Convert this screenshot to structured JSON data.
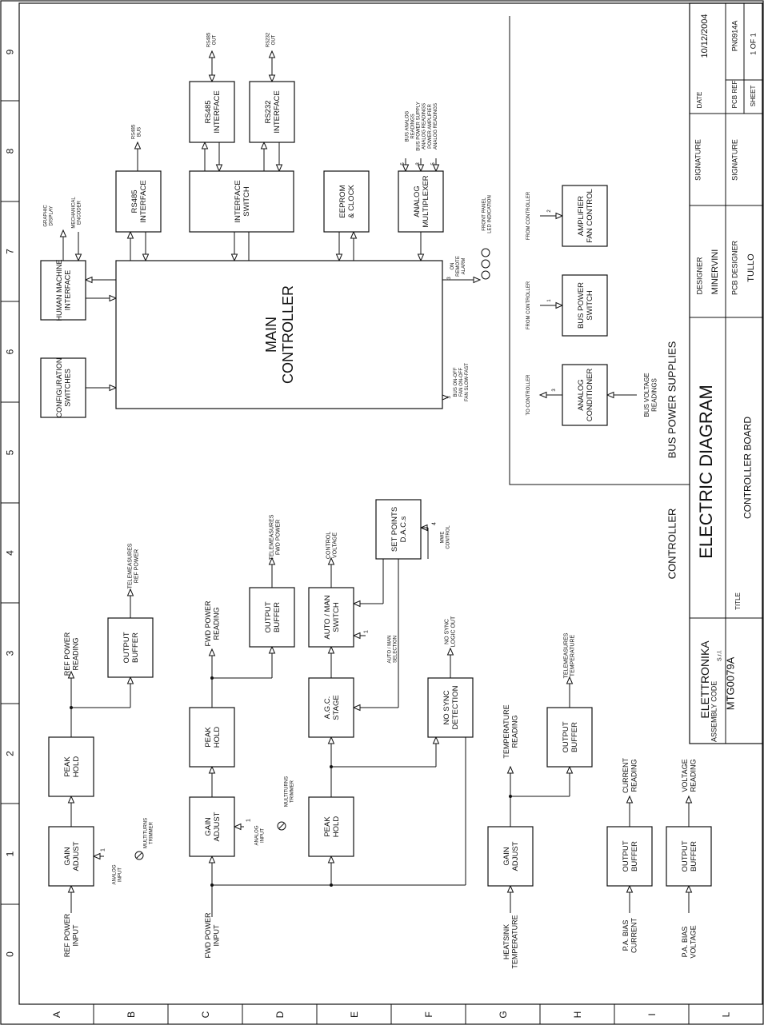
{
  "sheet": {
    "title": "ELECTRIC DIAGRAM",
    "section_controller": "CONTROLLER",
    "section_bus": "BUS POWER SUPPLIES",
    "grid_rows": [
      "A",
      "B",
      "C",
      "D",
      "E",
      "F",
      "G",
      "H",
      "I",
      "L"
    ],
    "grid_cols": [
      "0",
      "1",
      "2",
      "3",
      "4",
      "5",
      "6",
      "7",
      "8",
      "9"
    ]
  },
  "title_block": {
    "company": "ELETTRONIKA",
    "company_suffix": "S.r.l.",
    "assembly_label": "ASSEMBLY CODE",
    "assembly_code": "MTG0079A",
    "title_label": "TITLE",
    "title_value": "CONTROLLER BOARD",
    "designer_label": "DESIGNER",
    "designer_value": "MINERVINI",
    "pcb_designer_label": "PCB DESIGNER",
    "pcb_designer_value": "TULLO",
    "signature_label_1": "SIGNATURE",
    "signature_label_2": "SIGNATURE",
    "date_label": "DATE",
    "date_value": "10/12/2004",
    "pcb_ref_label": "PCB REF",
    "pcb_ref_value": "PN0914A",
    "sheet_label": "SHEET",
    "sheet_value": "1 OF 1"
  },
  "blocks": {
    "main": [
      "MAIN",
      "CONTROLLER"
    ],
    "hmi": [
      "HUMAN MACHINE",
      "INTERFACE"
    ],
    "config": [
      "CONFIGURATION",
      "SWITCHES"
    ],
    "rs485b": [
      "RS485",
      "INTERFACE"
    ],
    "ifsw": [
      "INTERFACE",
      "SWITCH"
    ],
    "rs485t": [
      "RS485",
      "INTERFACE"
    ],
    "rs232t": [
      "RS232",
      "INTERFACE"
    ],
    "eeprom": [
      "EEPROM",
      "& CLOCK"
    ],
    "amux": [
      "ANALOG",
      "MULTIPLEXER"
    ],
    "ampfan": [
      "AMPLIFIER",
      "FAN CONTROL"
    ],
    "buspsw": [
      "BUS POWER",
      "SWITCH"
    ],
    "ancond": [
      "ANALOG",
      "CONDITIONER"
    ],
    "gain1": [
      "GAIN",
      "ADJUST"
    ],
    "peak1": [
      "PEAK",
      "HOLD"
    ],
    "outbuf1": [
      "OUTPUT",
      "BUFFER"
    ],
    "gain2": [
      "GAIN",
      "ADJUST"
    ],
    "peak2": [
      "PEAK",
      "HOLD"
    ],
    "outbuf2": [
      "OUTPUT",
      "BUFFER"
    ],
    "peak3": [
      "PEAK",
      "HOLD"
    ],
    "agc": [
      "A.G.C.",
      "STAGE"
    ],
    "automan": [
      "AUTO / MAN",
      "SWITCH"
    ],
    "setpt": [
      "SET POINTS",
      "D.A.C.s"
    ],
    "nosync": [
      "NO SYNC",
      "DETECTION"
    ],
    "gain3": [
      "GAIN",
      "ADJUST"
    ],
    "outbuf3": [
      "OUTPUT",
      "BUFFER"
    ],
    "outbuf4": [
      "OUTPUT",
      "BUFFER"
    ],
    "outbuf5": [
      "OUTPUT",
      "BUFFER"
    ]
  },
  "labels": {
    "ref_in": [
      "REF POWER",
      "INPUT"
    ],
    "fwd_in": [
      "FWD POWER",
      "INPUT"
    ],
    "hs_temp": [
      "HEATSINK",
      "TEMPERATURE"
    ],
    "pa_cur": [
      "P.A. BIAS",
      "CURRENT"
    ],
    "pa_volt": [
      "P.A. BIAS",
      "VOLTAGE"
    ],
    "ref_read": [
      "REF POWER",
      "READING"
    ],
    "fwd_read": [
      "FWD POWER",
      "READING"
    ],
    "temp_read": [
      "TEMPERATURE",
      "READING"
    ],
    "cur_read": [
      "CURRENT",
      "READING"
    ],
    "volt_read": [
      "VOLTAGE",
      "READING"
    ],
    "tele_ref": [
      "TELEMEASURES",
      "REF POWER"
    ],
    "tele_fwd": [
      "TELEMEASURES",
      "FWD POWER"
    ],
    "tele_temp": [
      "TELEMEASURES",
      "TEMPERATURE"
    ],
    "ctrl_volt": [
      "CONTROL",
      "VOLTAGE"
    ],
    "auto_sel": [
      "AUTO / MAN",
      "SELECTION"
    ],
    "nosync_out": [
      "NO SYNC",
      "LOGIC OUT"
    ],
    "mwe_ctrl": [
      "MWE",
      "CONTROL"
    ],
    "analog_in1": [
      "ANALOG",
      "INPUT"
    ],
    "analog_in2": [
      "ANALOG",
      "INPUT"
    ],
    "trim1": [
      "MULTITURNS",
      "TRIMMER"
    ],
    "trim2": [
      "MULTITURNS",
      "TRIMMER"
    ],
    "graphic": [
      "GRAPHIC",
      "DISPLAY"
    ],
    "encoder": [
      "MECHANICAL",
      "ENCODER"
    ],
    "rs485bus": [
      "RS485",
      "BUS"
    ],
    "rs485out": [
      "RS485",
      "OUT"
    ],
    "rs232out": [
      "RS232",
      "OUT"
    ],
    "mux_in": [
      "BUS ANALOG",
      "READINGS",
      "BUS POWER SUPPLY",
      "ANALOG READINGS",
      "POWER AMPLIFIER",
      "ANALOG READINGS"
    ],
    "remote_alarm": [
      "ON",
      "REMOTE",
      "ALARM"
    ],
    "front_led": [
      "FRONT PANEL",
      "LED INDICATION"
    ],
    "bus_onoff": [
      "BUS ON-OFF",
      "FAN ON-OFF",
      "FAN SLOW-FAST"
    ],
    "from_ctrl_1": "FROM CONTROLLER",
    "from_ctrl_2": "FROM CONTROLLER",
    "to_ctrl": "TO CONTROLLER",
    "bus_v_read": [
      "BUS VOLTAGE",
      "READINGS"
    ],
    "num_1a": "1",
    "num_1b": "1",
    "num_1c": "1",
    "num_1d": "1",
    "num_2": "2",
    "num_3a": "3",
    "num_3b": "3",
    "num_3c": "3",
    "num_4": "4",
    "num_5a": "5",
    "num_3d": "3",
    "num_5b": "5"
  },
  "colors": {
    "ink": "#111111",
    "paper": "#ffffff"
  }
}
